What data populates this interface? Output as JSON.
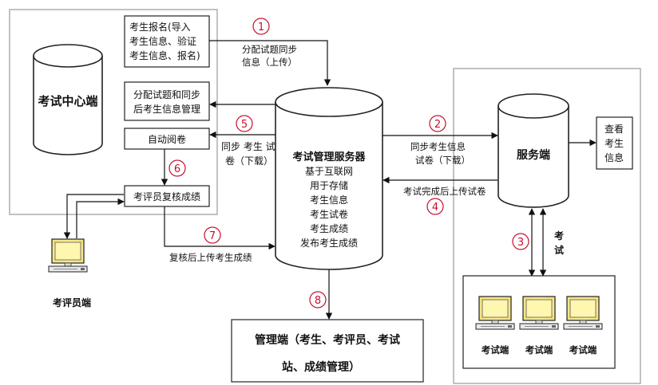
{
  "exam_center": {
    "title": "考试中心端",
    "register_box": [
      "考生报名(导入",
      "考生信息、验证",
      "考生信息、报名)"
    ],
    "allocate_box": [
      "分配试题和同步",
      "后考生信息管理"
    ],
    "auto_grade": "自动阅卷",
    "review": "考评员复核成绩"
  },
  "examiner_terminal": "考评员端",
  "server": {
    "title": "考试管理服务器",
    "lines": [
      "基于互联网",
      "用于存储",
      "考生信息",
      "考生试卷",
      "考生成绩",
      "发布考生成绩"
    ]
  },
  "service_end": {
    "title": "服务端",
    "view_box": [
      "查看",
      "考生",
      "信息"
    ]
  },
  "exam_terminals": [
    "考试端",
    "考试端",
    "考试端"
  ],
  "admin": {
    "lines": [
      "管理端（考生、考评员、考试",
      "站、成绩管理）"
    ]
  },
  "steps": {
    "s1": {
      "num": "1",
      "lines": [
        "分配试题同步",
        "信息（上传）"
      ]
    },
    "s2": {
      "num": "2",
      "lines": [
        "同步考生信息",
        "试卷（下载）"
      ]
    },
    "s3": {
      "num": "3",
      "lines": [
        "考",
        "试"
      ]
    },
    "s4": {
      "num": "4",
      "lines": [
        "考试完成后上传试卷"
      ]
    },
    "s5": {
      "num": "5",
      "lines": [
        "同步 考生 试",
        "卷（下载）"
      ]
    },
    "s6": {
      "num": "6"
    },
    "s7": {
      "num": "7",
      "lines": [
        "复核后上传考生成绩"
      ]
    },
    "s8": {
      "num": "8"
    }
  }
}
